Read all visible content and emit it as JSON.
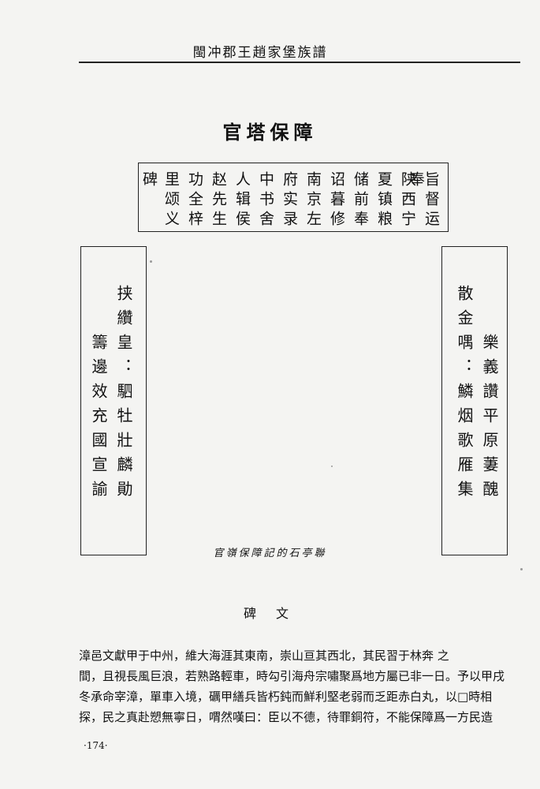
{
  "header": {
    "book_title": "閩冲郡王趙家堡族譜"
  },
  "page": {
    "title": "官塔保障",
    "number": "·174·"
  },
  "decree_columns": [
    "碑",
    "里颂义",
    "功全梓",
    "赵先生",
    "人辑侯",
    "中书舍",
    "府实录",
    "南京左",
    "诏暮修",
    "储前奉",
    "夏镇粮",
    "陕西宁",
    "旨督运奉"
  ],
  "left_couplet": {
    "col1": "挟纘皇：駟牡壯麟勛",
    "col2": "籌邊效充國宣諭"
  },
  "right_couplet": {
    "col1": "樂義讚平原萋醜",
    "col2": "散金喁：鱗烟歌雁集"
  },
  "caption": "官嶺保障記的石亭聯",
  "stele": {
    "title": "碑 文",
    "lines": [
      "漳邑文獻甲于中州，維大海涯其東南，崇山亘其西北，其民習于林奔 之",
      "間，且視長風巨浪，若熟路輕車，時勾引海舟宗嘯聚爲地方屬已非一日。予以甲戌",
      "冬承命宰漳，單車入境，礪甲繕兵皆朽鈍而鮮利堅老弱而乏距赤白丸，以□時相",
      "探，民之真赴愬無寧日，喟然嘆曰：臣以不德，待罪銅符，不能保障爲一方民造"
    ]
  }
}
